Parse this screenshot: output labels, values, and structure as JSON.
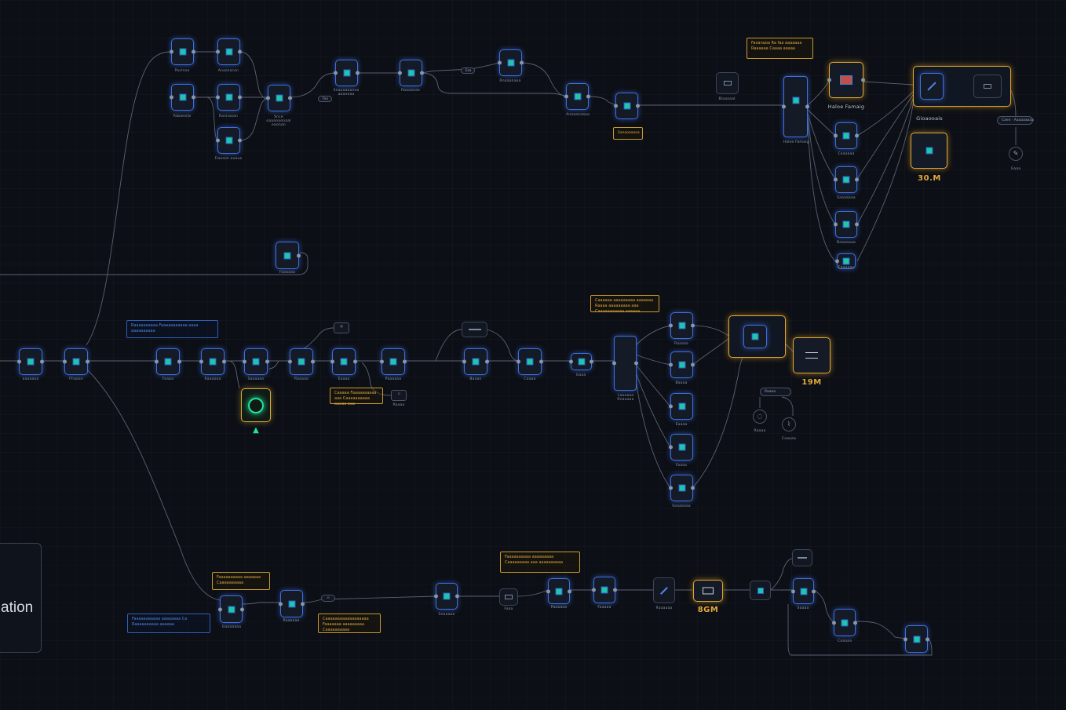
{
  "canvas": {
    "side_panel_label": "ation",
    "tags": {
      "t1": "30.M",
      "t2": "19M",
      "t3": "8GM"
    },
    "labels": {
      "a1": "Pavlnoe",
      "a2": "Anaosacon",
      "a3": "Pabweste",
      "a4": "Rannaoan",
      "a5": "Fiaoson ouaue",
      "a6": "Snce oaaanaonaal eaonan",
      "a7": "Snaaaaaanoo aaaneaa",
      "a8": "Raaaanae",
      "a9": "Rnaaanaoa",
      "a10": "Anaaanaaaa",
      "a11": "Sanaoaaaoa",
      "a12": "Blaaaaal",
      "a13": "Haloe Famaig",
      "a14": "Gioaooais",
      "a15": "Caaaaaa",
      "a16": "Saaaaaaa",
      "a17": "Baaaaaaa",
      "a18": "Eaaaaaa",
      "a19": "Gaaa",
      "a20": "Eanaaa",
      "a21": "Faaaaaa",
      "b1": "aaaaaaa",
      "b2": "Fhaaan",
      "b3": "Faaaa",
      "b4": "Raaaoaa",
      "b5": "Saaaaan",
      "b6": "Raaaaa",
      "b7": "Eaaaa",
      "b8": "Paaaaaa",
      "b9": "Raaaa",
      "b10": "Baaan",
      "b11": "Laaaaaa Rnaaaaa",
      "b12": "Caaaa",
      "b13": "Gaaa",
      "b14": "Raaaaa",
      "b15": "Baaaa",
      "b16": "Eaaaa",
      "b17": "Faaaa",
      "b18": "Saaaaaaa",
      "b19": "Baaaaaaa",
      "c1": "Gaaaaaaa",
      "c2": "Raaaaaa",
      "c3": "Snaaaaa",
      "c4": "Faaa",
      "c5": "Paaaaaa",
      "c6": "Faaaaa",
      "c7": "Raaaaaa",
      "c8": "Saaaa",
      "c9": "Caaaaa",
      "mid": "Raaaa"
    },
    "chips": {
      "k1": "Caen · Aaaaaaaaa",
      "k2": "Saaaa aaaa",
      "k3": "Raaaa",
      "k4": "Raaaa",
      "k5": "Faa",
      "k6": "Eaa"
    },
    "notes": {
      "n1": "Faoanaoa Ra faa aaaaaaa Raaaaaa Caaaa aaaaa",
      "n2": "Raaaaaaaaaa Faaaaaaaaaaa aaaa aaaaaaaaaa",
      "n3": "Caaaaaa aaaaaaaaa aaaaaaa Raaaa aaaaaaaaa aaa Caaaaaaaaaaa aaaaaa",
      "n4": "Caaaaa Faaaaaaaaaa aaa Caaaaaaaaaa aaaaa aaa",
      "n5": "Faaaaaaaaaa aaaaaaa Caaaaaaaaaa",
      "n6": "Faaaaaaaaaaa aaaaaaaa Ca Raaaaaaaaaa aaaaaa",
      "n7": "Caaaaaaaaaaaaaaaaaa Faaaaaaa aaaaaaaaa Caaaaaaaaaa",
      "n8": "Faaaaaaaaaa aaaaaaaaa Caaaaaaaaa aaa aaaaaaaaaa"
    }
  }
}
